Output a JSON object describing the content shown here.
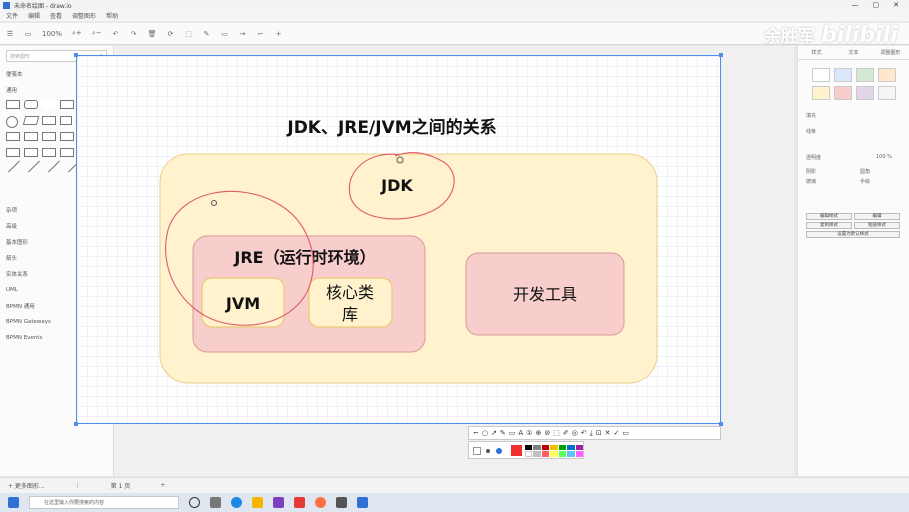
{
  "window": {
    "title": "未命名绘图 - draw.io",
    "controls": [
      "—",
      "▢",
      "✕"
    ]
  },
  "menubar": [
    "文件",
    "编辑",
    "查看",
    "调整图形",
    "帮助"
  ],
  "toolbar": {
    "zoom": "100%",
    "icons": [
      "☰",
      "▭",
      "⌕+",
      "⌕−",
      "↶",
      "↷",
      "🗑",
      "⟳",
      "⬚",
      "✎",
      "▭",
      "→",
      "⌐",
      "+"
    ]
  },
  "left_panel": {
    "search_placeholder": "搜索图形",
    "sections": [
      "便笺本",
      "通用",
      "杂项",
      "高级",
      "基本图形",
      "箭头",
      "实体关系",
      "UML",
      "BPMN 通用",
      "BPMN Gateways",
      "BPMN Events"
    ],
    "more_shapes": "+ 更多图形..."
  },
  "right_panel": {
    "tabs": [
      "样式",
      "文本",
      "调整图形"
    ],
    "colors": [
      "#ffffff",
      "#dae8fc",
      "#d5e8d4",
      "#ffe6cc",
      "#fff2cc",
      "#f8cecc",
      "#e1d5e7",
      "#f5f5f5"
    ],
    "options": [
      "填充",
      "线条",
      "透明度",
      "阴影",
      "圆角",
      "玻璃",
      "手绘"
    ],
    "buttons": [
      "编辑样式",
      "编辑",
      "复制样式",
      "粘贴样式",
      "设置为默认样式"
    ],
    "opacity_value": "100 %"
  },
  "diagram": {
    "title": "JDK、JRE/JVM之间的关系",
    "jdk_label": "JDK",
    "jre_label": "JRE（运行时环境）",
    "jvm_label": "JVM",
    "core_lib_label": "核心类\n库",
    "dev_tools_label": "开发工具"
  },
  "colors": {
    "jdk_fill": "#fff2cc",
    "jdk_stroke": "#e9d08a",
    "jre_fill": "#f8cecc",
    "jre_stroke": "#d99a9a",
    "accent": "#4a8ff0",
    "annotation": "#e05a6a"
  },
  "bottom_bar": {
    "add_page": "+",
    "page_tab": "第 1 页",
    "more": "⋮"
  },
  "watermark": {
    "uploader": "余胜军",
    "logo": "bilibili"
  },
  "taskbar": {
    "search_placeholder": "在这里输入你要搜索的内容"
  },
  "annotation_toolbar": [
    "⌐",
    "○",
    "↗",
    "✎",
    "▭",
    "A",
    "①",
    "⊕",
    "⊘",
    "⬚",
    "✐",
    "◎",
    "↶",
    "⤓",
    "⊡",
    "✕",
    "✓",
    "▭"
  ]
}
